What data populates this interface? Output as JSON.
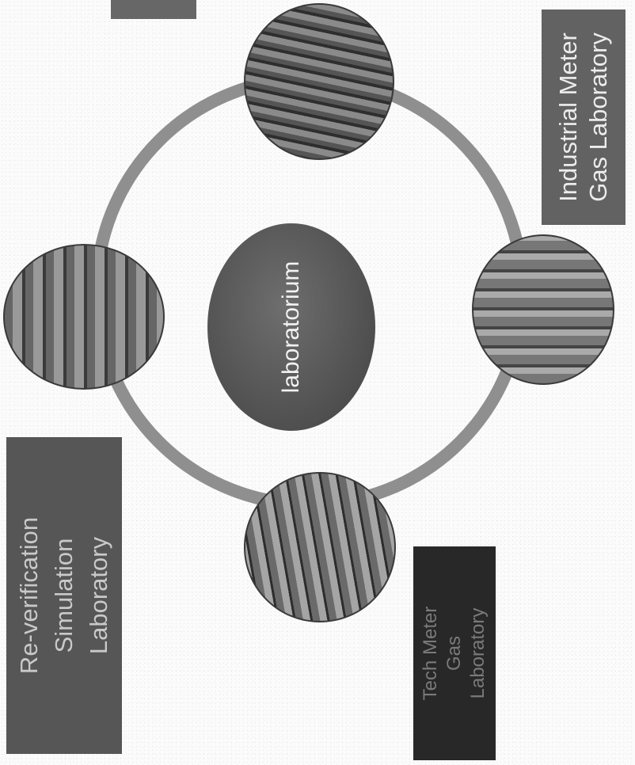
{
  "diagram": {
    "center_label": "laboratorium",
    "labels": {
      "industrial": [
        "Industrial Meter",
        "Gas Laboratory"
      ],
      "reverification": [
        "Re-verification",
        "Simulation",
        "Laboratory"
      ],
      "tech": [
        "Tech Meter",
        "Gas",
        "Laboratory"
      ]
    }
  },
  "colors": {
    "ring": "#8f8f8f",
    "center_fill": "#555555",
    "label_box": "#5b5b5b",
    "dark_label_box": "#282828"
  }
}
